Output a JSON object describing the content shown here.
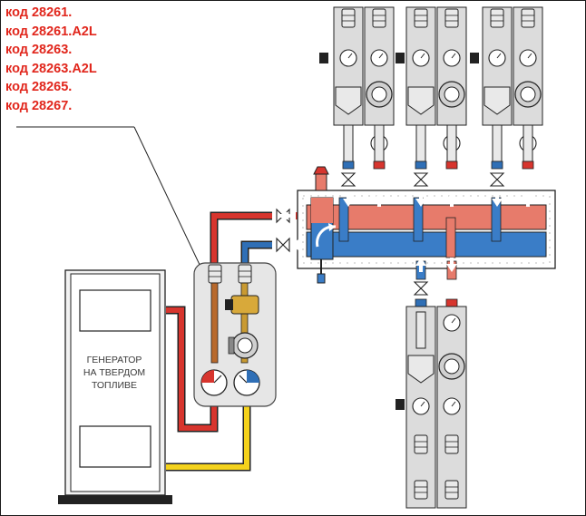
{
  "product_codes": [
    "код 28261.",
    "код 28261.A2L",
    "код 28263.",
    "код 28263.A2L",
    "код 28265.",
    "код 28267."
  ],
  "generator": {
    "label_lines": [
      "ГЕНЕРАТОР",
      "НА ТВЕРДОМ",
      "ТОПЛИВЕ"
    ]
  },
  "colors": {
    "hot": "#d7352e",
    "hot_fill": "#e77b6b",
    "cold": "#2f6fb6",
    "cold_fill": "#3a7dc7",
    "bypass": "#b8692c",
    "return_yellow": "#f4d21c",
    "accent_text": "#e1261c",
    "module_bg": "#e6e6e6"
  }
}
